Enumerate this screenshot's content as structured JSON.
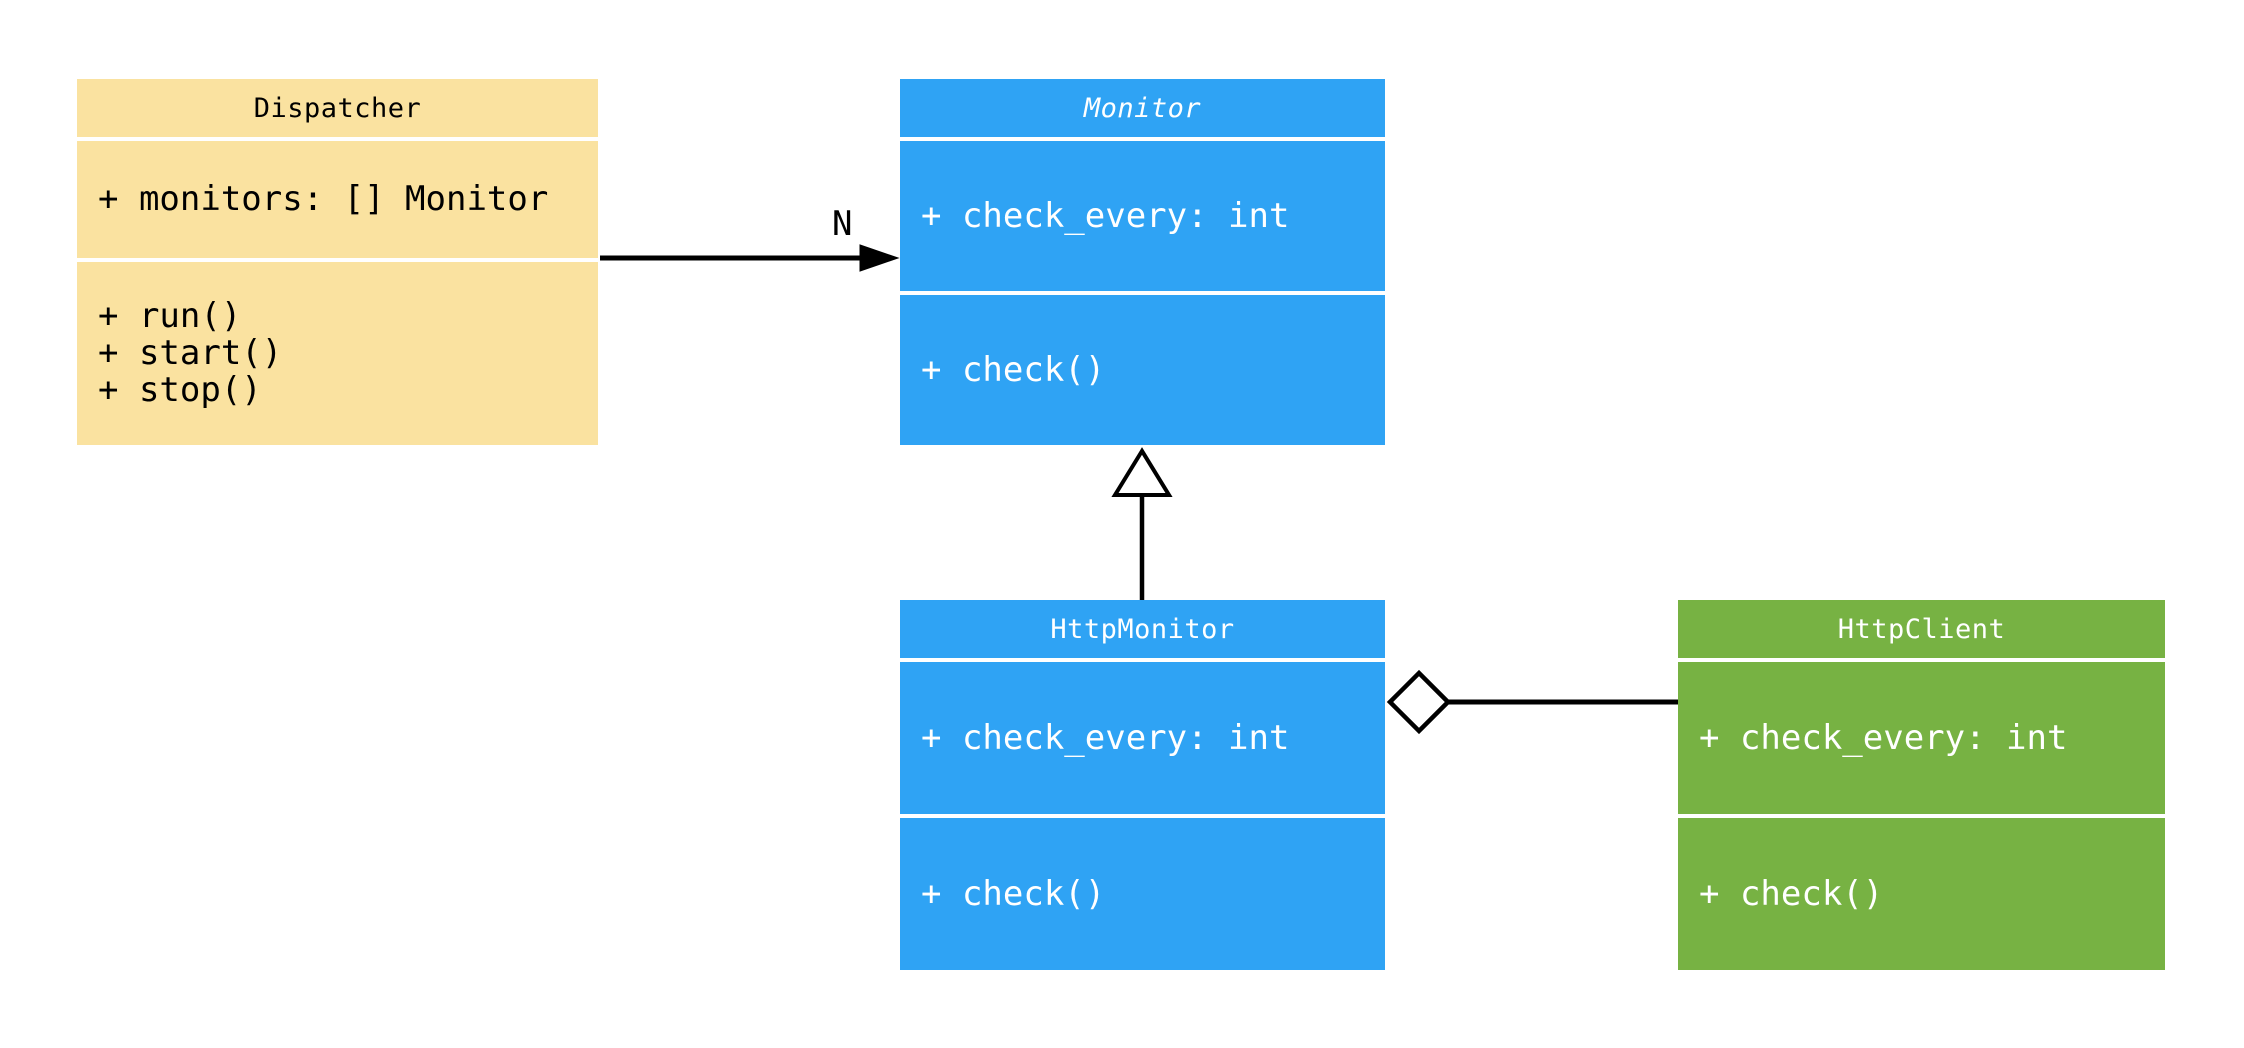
{
  "diagram": {
    "kind": "uml-class-diagram",
    "background": "#FFFFFF",
    "line_color": "#000000",
    "classes": [
      {
        "name": "Dispatcher",
        "abstract": false,
        "color": "#FAE2A0",
        "text_color": "#000000",
        "attributes": [
          "+ monitors: [] Monitor"
        ],
        "methods": [
          "+ run()",
          "+ start()",
          "+ stop()"
        ]
      },
      {
        "name": "Monitor",
        "abstract": true,
        "color": "#2FA3F4",
        "text_color": "#FFFFFF",
        "attributes": [
          "+ check_every: int"
        ],
        "methods": [
          "+ check()"
        ]
      },
      {
        "name": "HttpMonitor",
        "abstract": false,
        "color": "#2FA3F4",
        "text_color": "#FFFFFF",
        "attributes": [
          "+ check_every: int"
        ],
        "methods": [
          "+ check()"
        ]
      },
      {
        "name": "HttpClient",
        "abstract": false,
        "color": "#77B243",
        "text_color": "#FFFFFF",
        "attributes": [
          "+ check_every: int"
        ],
        "methods": [
          "+ check()"
        ]
      }
    ],
    "relationships": [
      {
        "type": "association",
        "from": "Dispatcher",
        "to": "Monitor",
        "label": "N",
        "arrow": "filled"
      },
      {
        "type": "inheritance",
        "from": "HttpMonitor",
        "to": "Monitor",
        "arrow": "hollow-triangle"
      },
      {
        "type": "aggregation",
        "from": "HttpMonitor",
        "to": "HttpClient",
        "arrow": "hollow-diamond"
      }
    ]
  }
}
